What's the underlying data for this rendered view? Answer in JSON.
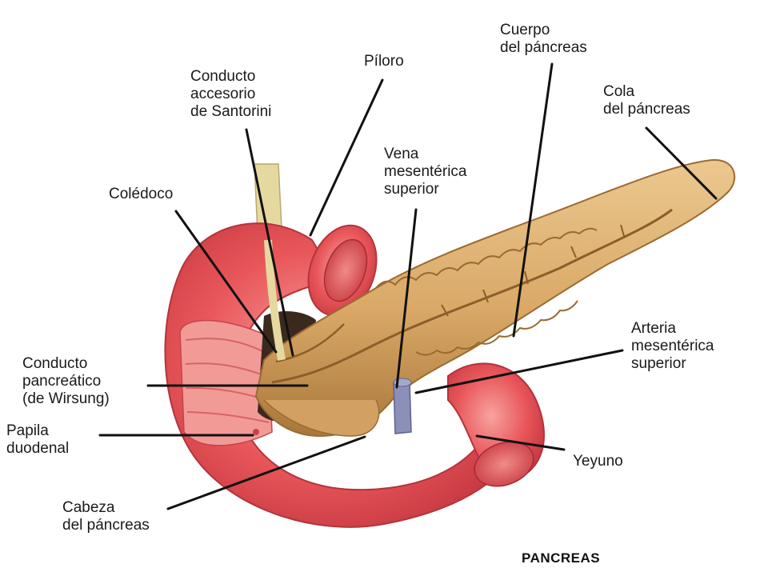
{
  "caption": "PANCREAS",
  "labels": {
    "cuerpo": "Cuerpo\ndel páncreas",
    "piloro": "Píloro",
    "santorini": "Conducto\naccesorio\nde Santorini",
    "cola": "Cola\ndel páncreas",
    "vena": "Vena\nmesentérica\nsuperior",
    "coledoco": "Colédoco",
    "arteria": "Arteria\nmesentérica\nsuperior",
    "wirsung": "Conducto\npancreático\n(de Wirsung)",
    "papila": "Papila\nduodenal",
    "yeyuno": "Yeyuno",
    "cabeza": "Cabeza\ndel páncreas"
  },
  "colors": {
    "duodenum": "#e9575a",
    "duodenum_light": "#f7a3a0",
    "duodenum_inner": "#c93b43",
    "pancreas": "#d9a866",
    "pancreas_light": "#ebc88f",
    "pancreas_dark": "#a9773a",
    "duct": "#c9a46a",
    "vein": "#8a90b8",
    "bile_duct": "#e6d9a0"
  }
}
